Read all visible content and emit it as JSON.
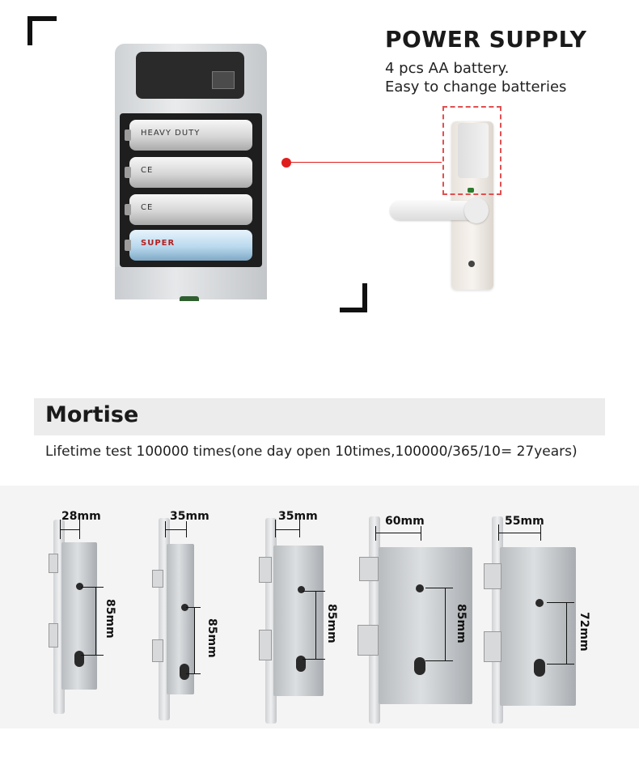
{
  "power_supply": {
    "title": "POWER SUPPLY",
    "line1": "4 pcs AA battery.",
    "line2": "Easy to change batteries"
  },
  "batteries": [
    {
      "text": "HEAVY DUTY"
    },
    {
      "text": "CE"
    },
    {
      "text": "CE"
    },
    {
      "text": "SUPER"
    }
  ],
  "mortise": {
    "title": "Mortise",
    "note": "Lifetime test 100000 times(one day open 10times,100000/365/10= 27years)",
    "models": [
      {
        "backset": "28mm",
        "center": "85mm"
      },
      {
        "backset": "35mm",
        "center": "85mm"
      },
      {
        "backset": "35mm",
        "center": "85mm"
      },
      {
        "backset": "60mm",
        "center": "85mm"
      },
      {
        "backset": "55mm",
        "center": "72mm"
      }
    ]
  },
  "colors": {
    "pointer": "#e01e1e",
    "highlight": "#e05050"
  }
}
